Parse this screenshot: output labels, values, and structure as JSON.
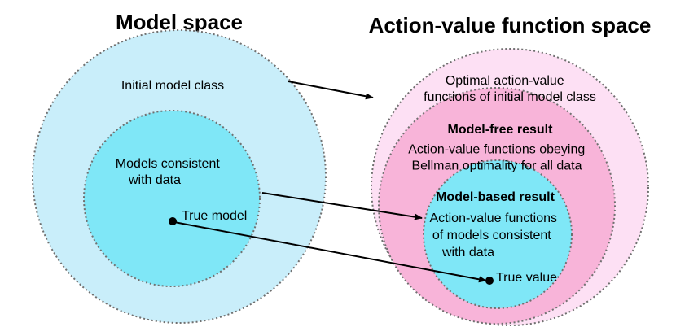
{
  "titles": {
    "left": "Model space",
    "right": "Action-value function space"
  },
  "left": {
    "outer_label": "Initial model class",
    "inner_label": [
      "Models consistent",
      "with data"
    ],
    "point_label": "True model"
  },
  "right": {
    "outer_label": [
      "Optimal action-value",
      "functions of initial model class"
    ],
    "middle_heading": "Model-free result",
    "middle_label": [
      "Action-value functions obeying",
      "Bellman optimality for all data"
    ],
    "inner_heading": "Model-based result",
    "inner_label": [
      "Action-value functions",
      "of models consistent",
      "with data"
    ],
    "point_label": "True value"
  },
  "colors": {
    "left_outer": "#c9eefa",
    "left_inner": "#7fe7f7",
    "right_outer": "#fde0f4",
    "right_middle": "#f8b4d9",
    "right_inner": "#7fe7f7",
    "border": "#707070",
    "arrow": "#000000"
  }
}
